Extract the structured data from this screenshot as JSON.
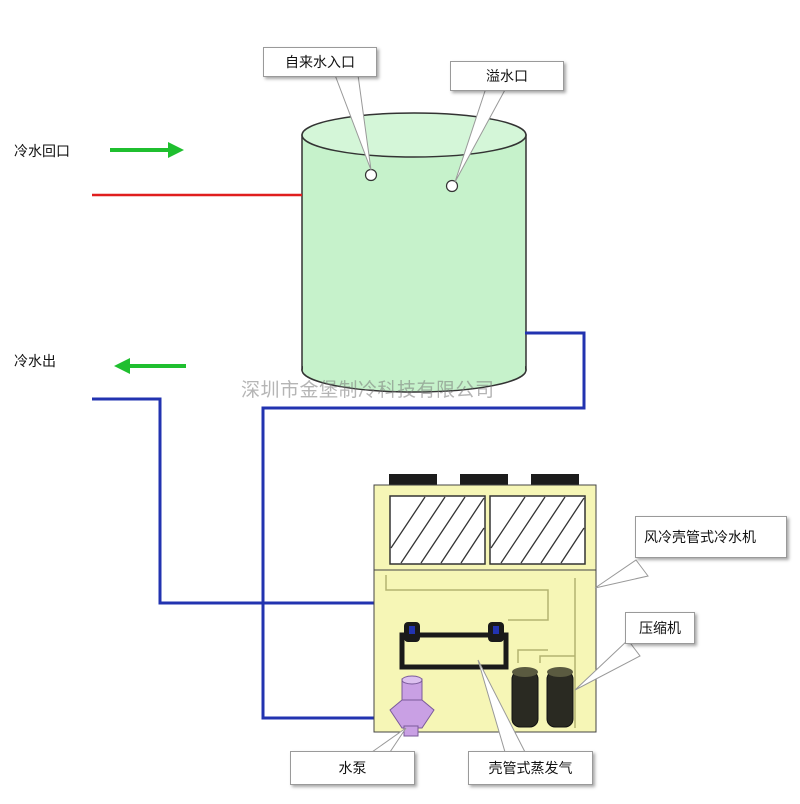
{
  "labels": {
    "tap_water_inlet": "自来水入口",
    "overflow_outlet": "溢水口",
    "chilled_water_return": "冷水回口",
    "chilled_water_out": "冷水出",
    "air_cooled_chiller": "风冷壳管式冷水机",
    "compressor": "压缩机",
    "water_pump": "水泵",
    "shell_tube_evaporator": "壳管式蒸发气"
  },
  "watermark": "深圳市金堡制冷科技有限公司",
  "colors": {
    "tank_fill": "#c6f2cb",
    "chiller_body": "#f6f6b6",
    "return_pipe": "#e01e1e",
    "supply_pipe": "#2233b0",
    "flow_arrow": "#1fbf2f",
    "pump": "#c9a0e4"
  }
}
